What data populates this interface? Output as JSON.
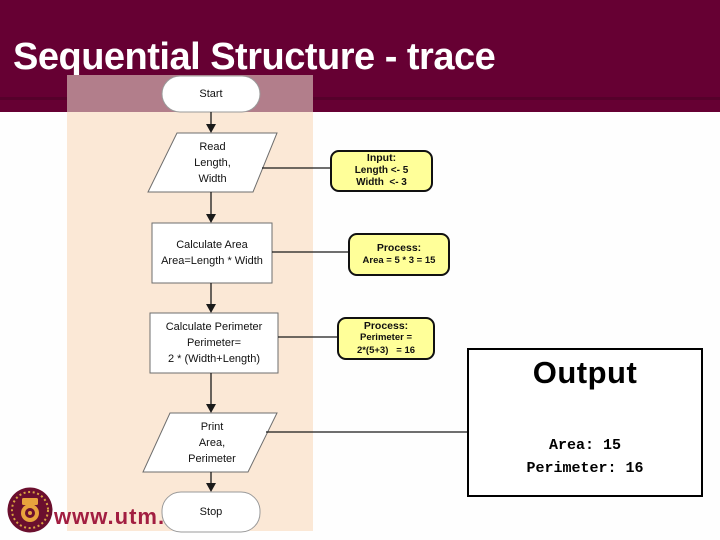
{
  "title": "Sequential Structure - trace",
  "colors": {
    "band": "#660033",
    "band_line": "#56012B",
    "panel": "#FBE8D6",
    "panel_overlap": "#B27E8B",
    "callout_bg": "#FFFF99",
    "callout_border": "#111111",
    "accent_text": "#A21E41"
  },
  "flowchart": {
    "start": {
      "label": "Start"
    },
    "read": {
      "lines": [
        "Read",
        "Length,",
        "Width"
      ]
    },
    "calc_area": {
      "lines": [
        "Calculate Area",
        "Area=Length * Width"
      ]
    },
    "calc_perimeter": {
      "lines": [
        "Calculate Perimeter",
        "Perimeter=",
        "2 * (Width+Length)"
      ]
    },
    "print": {
      "lines": [
        "Print",
        "Area,",
        "Perimeter"
      ]
    },
    "stop": {
      "label": "Stop"
    }
  },
  "callouts": {
    "input": {
      "lines": [
        "Input:",
        "Length <- 5",
        "Width  <- 3"
      ]
    },
    "process_area": {
      "lines": [
        "Process:",
        "Area = 5 * 3 = 15"
      ]
    },
    "process_perimeter": {
      "lines": [
        "Process:",
        "Perimeter =",
        "2*(5+3)   = 16"
      ]
    }
  },
  "output_panel": {
    "title": "Output",
    "lines": [
      "Area: 15",
      "Perimeter: 16"
    ]
  },
  "footer": {
    "website": "www.utm.",
    "logo": "utm-university-seal"
  }
}
